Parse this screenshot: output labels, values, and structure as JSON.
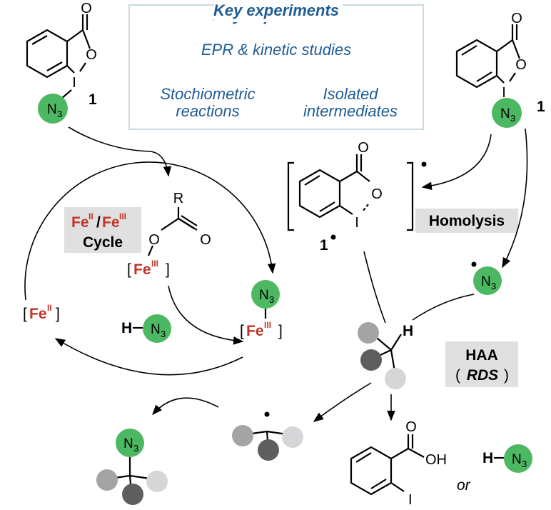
{
  "key_experiments": {
    "title": "Key experiments",
    "items": [
      "EPR & kinetic studies",
      "Stochiometric reactions",
      "Isolated intermediates"
    ]
  },
  "labels": {
    "compound_1": "1",
    "radical_1": "1",
    "homolysis": "Homolysis",
    "haa": "HAA",
    "rds": "RDS",
    "cycle": "Cycle",
    "or": "or"
  },
  "atoms": {
    "O": "O",
    "I": "I",
    "N": "N",
    "sub3": "3",
    "R": "R",
    "H": "H",
    "OH": "OH",
    "Fe": "Fe",
    "ox2": "II",
    "ox3": "III"
  },
  "colors": {
    "azide_green": "#4db862",
    "iron_red": "#c2362a",
    "key_blue": "#1f5c95",
    "label_gray": "#e0e0e0",
    "ball_light": "#d4d6d8",
    "ball_mid": "#a2a4a6",
    "ball_dark": "#5c5e60"
  }
}
